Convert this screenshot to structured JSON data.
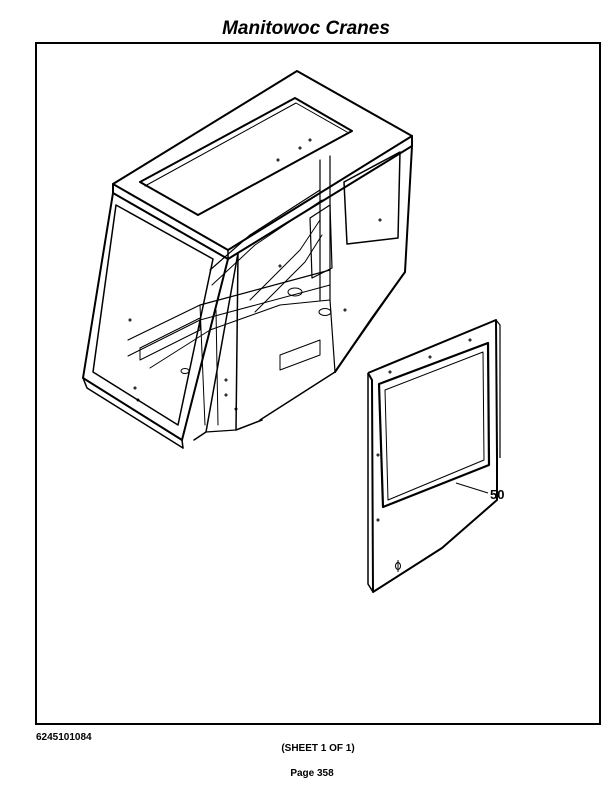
{
  "header": {
    "title": "Manitowoc Cranes"
  },
  "drawing": {
    "callouts": [
      {
        "label": "50",
        "part": "door panel"
      }
    ]
  },
  "footer": {
    "part_number": "6245101084",
    "sheet": "(SHEET 1 OF 1)",
    "page": "Page 358"
  }
}
